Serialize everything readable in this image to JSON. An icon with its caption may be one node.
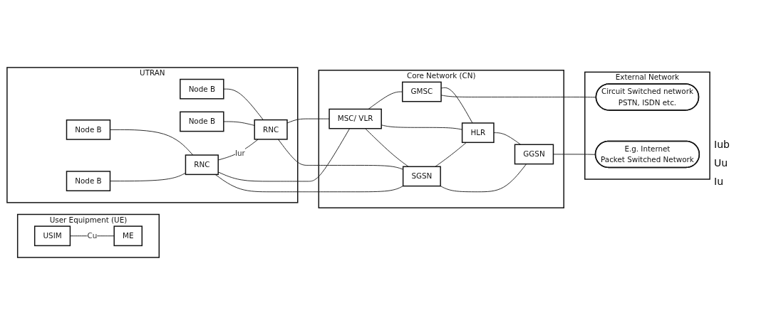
{
  "diagram": {
    "nodes": [
      {
        "text": [
          "User Equipment (UE)"
        ]
      },
      {
        "text": [
          "USIM"
        ],
        "in": 0
      },
      {
        "text": [
          "ME"
        ],
        "in": 0
      },
      {
        "text": [
          "UTRAN"
        ]
      },
      {
        "text": [
          "Node B"
        ],
        "in": 3
      },
      {
        "text": [
          "Node B"
        ],
        "in": 3
      },
      {
        "text": [
          "Node B"
        ],
        "in": 3
      },
      {
        "text": [
          "Node B"
        ],
        "in": 3
      },
      {
        "text": [
          "RNC"
        ],
        "in": 3
      },
      {
        "text": [
          "RNC"
        ],
        "in": 3
      },
      {
        "text": [
          "Core Network (CN)"
        ]
      },
      {
        "text": [
          "MSC/ VLR"
        ],
        "in": 10
      },
      {
        "text": [
          "GMSC"
        ],
        "in": 10
      },
      {
        "text": [
          "HLR"
        ],
        "in": 10
      },
      {
        "text": [
          "SGSN"
        ],
        "in": 10
      },
      {
        "text": [
          "GGSN"
        ],
        "in": 10
      },
      {
        "text": [
          "External Network"
        ]
      },
      {
        "text": [
          "Circuit Switched network",
          "PSTN, ISDN etc."
        ],
        "in": 16
      },
      {
        "text": [
          "E.g. Internet",
          "Packet Switched Network"
        ],
        "in": 16
      }
    ],
    "edges": [
      {
        "from": 1,
        "to": 2,
        "arrow": "none",
        "label": "Cu"
      },
      {
        "from": 4,
        "to": 8,
        "arrow": "none"
      },
      {
        "from": 5,
        "to": 8,
        "arrow": "none"
      },
      {
        "from": 6,
        "to": 9,
        "arrow": "none"
      },
      {
        "from": 7,
        "to": 9,
        "arrow": "none"
      },
      {
        "from": 8,
        "to": 9,
        "arrow": "none",
        "label": "Iur"
      },
      {
        "from": 8,
        "to": 11,
        "arrow": "none"
      },
      {
        "from": 8,
        "to": 14,
        "arrow": "none"
      },
      {
        "from": 9,
        "to": 11,
        "arrow": "none"
      },
      {
        "from": 9,
        "to": 14,
        "arrow": "none"
      },
      {
        "from": 11,
        "to": 12,
        "arrow": "none"
      },
      {
        "from": 11,
        "to": 13,
        "arrow": "none"
      },
      {
        "from": 11,
        "to": 14,
        "arrow": "none"
      },
      {
        "from": 12,
        "to": 13,
        "arrow": "none"
      },
      {
        "from": 13,
        "to": 15,
        "arrow": "none"
      },
      {
        "from": 14,
        "to": 13,
        "arrow": "none"
      },
      {
        "from": 14,
        "to": 15,
        "arrow": "none"
      },
      {
        "from": 12,
        "to": 17,
        "arrow": "none"
      },
      {
        "from": 15,
        "to": 18,
        "arrow": "none"
      }
    ],
    "labels": [
      "Iub",
      "Uu",
      "Iu"
    ]
  }
}
